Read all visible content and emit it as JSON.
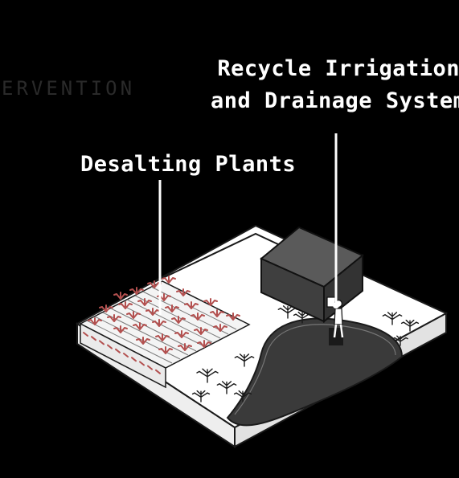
{
  "labels": {
    "partial_heading": "ERVENTION",
    "desalting": "Desalting Plants",
    "recycle_line1": "Recycle Irrigation",
    "recycle_line2": "and Drainage System"
  },
  "colors": {
    "background": "#000000",
    "platform_top": "#ffffff",
    "platform_side": "#f2f2f2",
    "outline": "#1a1a1a",
    "box": "#444444",
    "pond": "#3a3a3a",
    "plants": "#b3504f",
    "label_text": "#ffffff"
  },
  "icons": [
    "tree-icon",
    "salt-plant-icon",
    "person-icon"
  ]
}
